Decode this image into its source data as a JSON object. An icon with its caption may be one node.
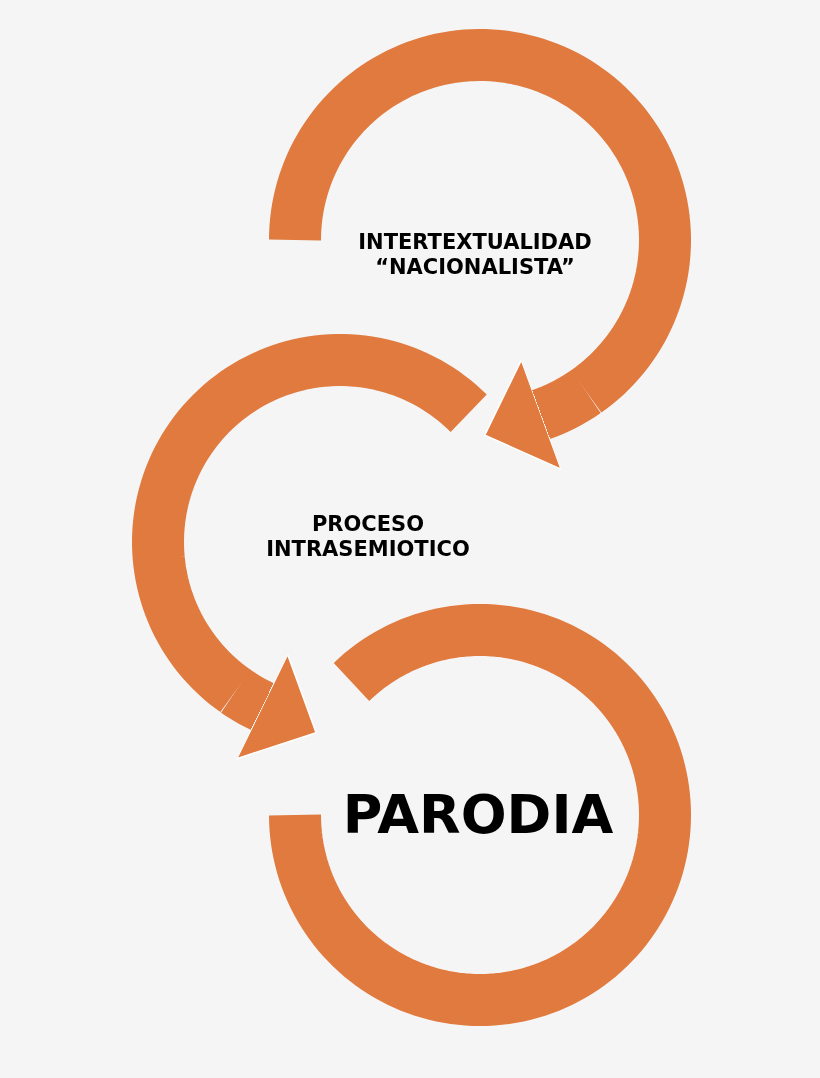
{
  "diagram": {
    "nodes": [
      {
        "text": [
          "INTERTEXTUALIDAD “NACIONALISTA”"
        ]
      },
      {
        "text": [
          "PROCESO INTRASEMIOTICO"
        ]
      },
      {
        "text": [
          "PARODIA"
        ]
      }
    ],
    "edges": [
      {
        "from": 0,
        "to": 1,
        "arrow": "to"
      },
      {
        "from": 1,
        "to": 2,
        "arrow": "to"
      }
    ]
  }
}
